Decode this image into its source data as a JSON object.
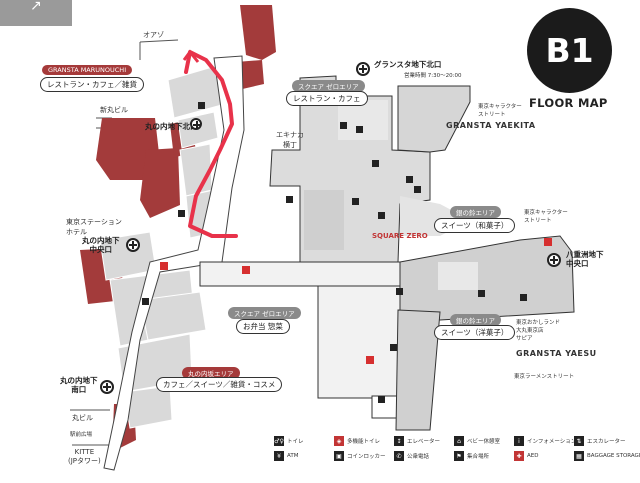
{
  "corner_mark": "↗",
  "floor": {
    "badge": "B1",
    "map_label": "FLOOR MAP"
  },
  "areas": {
    "granstra_marunouchi_tag": "GRANSTA MARUNOUCHI",
    "marunouchi_box": "レストラン・カフェ／雑貨",
    "square_zero_tag_north": "スクエア ゼロエリア",
    "square_zero_north_box": "レストラン・カフェ",
    "square_zero_tag_south": "スクエア ゼロエリア",
    "square_zero_south_box": "お弁当 惣菜",
    "marunouchi_area_tag": "丸の内坂エリア",
    "marunouchi_area_box": "カフェ／スイーツ／雑貨・コスメ",
    "silver_bell_tag_1": "銀の鈴エリア",
    "silver_bell_box_1": "スイーツ（和菓子）",
    "silver_bell_tag_2": "銀の鈴エリア",
    "silver_bell_box_2": "スイーツ（洋菓子）",
    "ekinaka": "エキナカ\n横丁",
    "square_zero_logo": "SQUARE ZERO"
  },
  "exits": {
    "north_b1": "グランスタ地下北口",
    "north_b1_hours": "営業時間 7:30〜20:00",
    "marunouchi_north": "丸の内地下北口",
    "marunouchi_central": "丸の内地下\n中央口",
    "marunouchi_south": "丸の内地下\n南口",
    "yaesu_central": "八重洲地下\n中央口"
  },
  "brands": {
    "yaekita": "GRANSTA YAEKITA",
    "yaesu": "GRANSTA YAESU"
  },
  "small_labels": {
    "oazo": "オアゾ",
    "shin_marubiru": "新丸ビル",
    "tokyo_station_hotel": "東京ステーション\nホテル",
    "marubiru": "丸ビル",
    "kitte": "KITTE\n(JPタワー)",
    "kitte_street": "東京キャラクター\nストリート",
    "yaesu_street": "東京キャラクター\nストリート",
    "okashi": "東京おかしランド\n大丸東京店\nサピア",
    "ramen": "東京ラーメンストリート",
    "sogo": "駅前広場"
  },
  "route": {
    "color": "#e8324a"
  },
  "legend": [
    {
      "icon": "♂♀",
      "label": "トイレ",
      "red": false
    },
    {
      "icon": "◈",
      "label": "多機能トイレ",
      "red": true
    },
    {
      "icon": "↕",
      "label": "エレベーター",
      "red": false
    },
    {
      "icon": "⌂",
      "label": "ベビー休憩室",
      "red": false
    },
    {
      "icon": "i",
      "label": "インフォメーション",
      "red": false
    },
    {
      "icon": "⇅",
      "label": "エスカレーター",
      "red": false
    },
    {
      "icon": "¥",
      "label": "ATM",
      "red": false
    },
    {
      "icon": "▣",
      "label": "コインロッカー",
      "red": false
    },
    {
      "icon": "✆",
      "label": "公衆電話",
      "red": false
    },
    {
      "icon": "⚑",
      "label": "集合場所",
      "red": false
    },
    {
      "icon": "✚",
      "label": "AED",
      "red": true
    },
    {
      "icon": "▦",
      "label": "BAGGAGE STORAGE",
      "red": false
    }
  ]
}
